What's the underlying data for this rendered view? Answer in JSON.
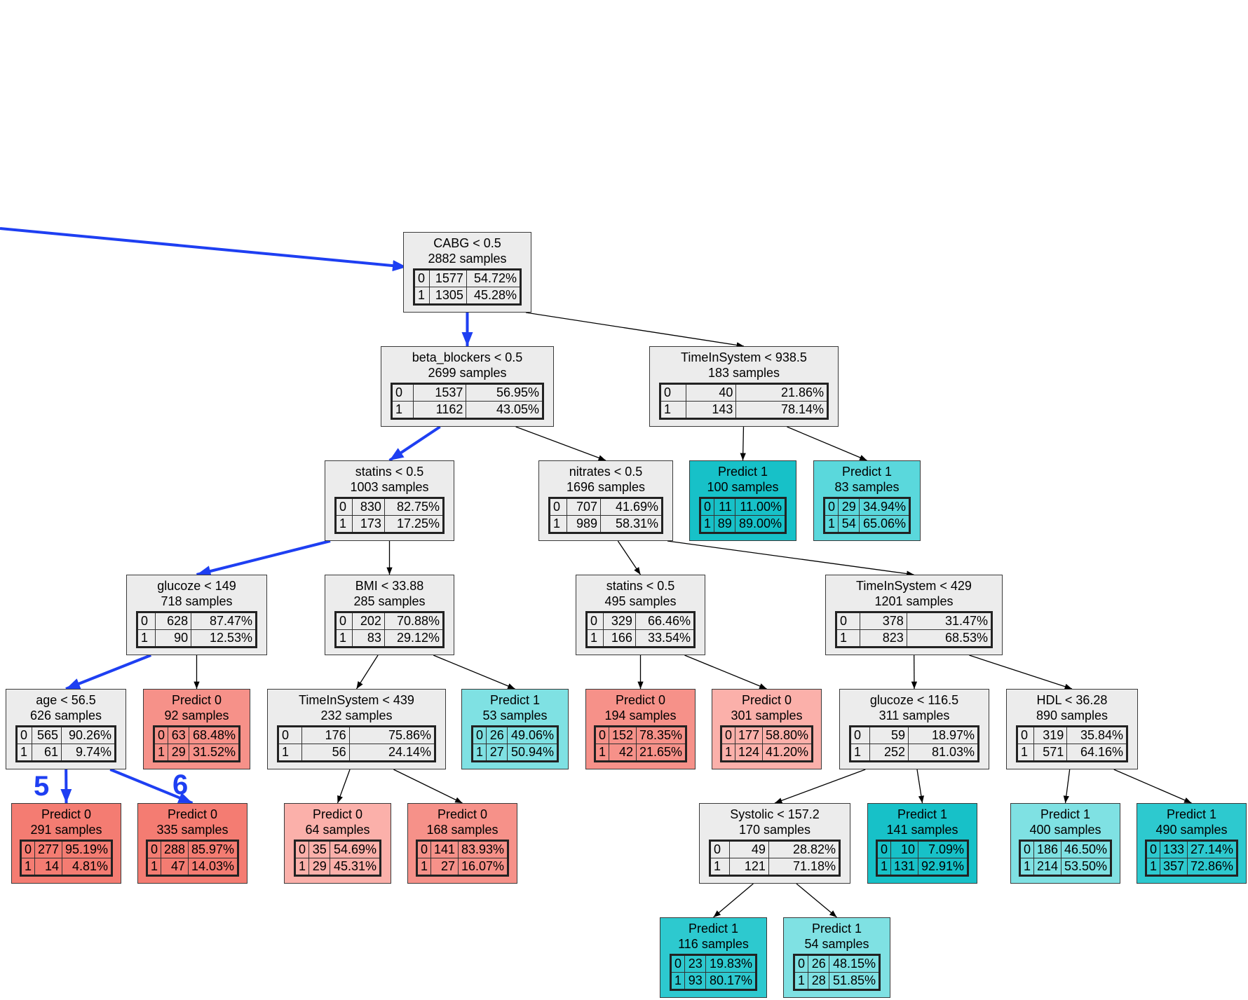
{
  "colors": {
    "split": "#ececec",
    "predict0": [
      "#f47c72",
      "#f69189",
      "#fbb0aa"
    ],
    "predict1": [
      "#17c1c8",
      "#2dc9cf",
      "#5ad8dc",
      "#7fe1e3"
    ],
    "highlight": "#1e3ff2",
    "edge": "#000000"
  },
  "markers": [
    "5",
    "6"
  ],
  "nodes": [
    {
      "id": "n0",
      "l1": "CABG < 0.5",
      "l2": "2882 samples",
      "rows": [
        [
          "0",
          "1577",
          "54.72%"
        ],
        [
          "1",
          "1305",
          "45.28%"
        ]
      ],
      "fill": "split"
    },
    {
      "id": "n1",
      "l1": "beta_blockers < 0.5",
      "l2": "2699 samples",
      "rows": [
        [
          "0",
          "1537",
          "56.95%"
        ],
        [
          "1",
          "1162",
          "43.05%"
        ]
      ],
      "fill": "split"
    },
    {
      "id": "n2",
      "l1": "TimeInSystem < 938.5",
      "l2": "183 samples",
      "rows": [
        [
          "0",
          "40",
          "21.86%"
        ],
        [
          "1",
          "143",
          "78.14%"
        ]
      ],
      "fill": "split"
    },
    {
      "id": "n3",
      "l1": "statins < 0.5",
      "l2": "1003 samples",
      "rows": [
        [
          "0",
          "830",
          "82.75%"
        ],
        [
          "1",
          "173",
          "17.25%"
        ]
      ],
      "fill": "split"
    },
    {
      "id": "n4",
      "l1": "nitrates < 0.5",
      "l2": "1696 samples",
      "rows": [
        [
          "0",
          "707",
          "41.69%"
        ],
        [
          "1",
          "989",
          "58.31%"
        ]
      ],
      "fill": "split"
    },
    {
      "id": "n5",
      "l1": "Predict 1",
      "l2": "100 samples",
      "rows": [
        [
          "0",
          "11",
          "11.00%"
        ],
        [
          "1",
          "89",
          "89.00%"
        ]
      ],
      "fill": "p1a"
    },
    {
      "id": "n6",
      "l1": "Predict 1",
      "l2": "83 samples",
      "rows": [
        [
          "0",
          "29",
          "34.94%"
        ],
        [
          "1",
          "54",
          "65.06%"
        ]
      ],
      "fill": "p1c"
    },
    {
      "id": "n7",
      "l1": "glucoze < 149",
      "l2": "718 samples",
      "rows": [
        [
          "0",
          "628",
          "87.47%"
        ],
        [
          "1",
          "90",
          "12.53%"
        ]
      ],
      "fill": "split"
    },
    {
      "id": "n8",
      "l1": "BMI < 33.88",
      "l2": "285 samples",
      "rows": [
        [
          "0",
          "202",
          "70.88%"
        ],
        [
          "1",
          "83",
          "29.12%"
        ]
      ],
      "fill": "split"
    },
    {
      "id": "n9",
      "l1": "statins < 0.5",
      "l2": "495 samples",
      "rows": [
        [
          "0",
          "329",
          "66.46%"
        ],
        [
          "1",
          "166",
          "33.54%"
        ]
      ],
      "fill": "split"
    },
    {
      "id": "n10",
      "l1": "TimeInSystem < 429",
      "l2": "1201 samples",
      "rows": [
        [
          "0",
          "378",
          "31.47%"
        ],
        [
          "1",
          "823",
          "68.53%"
        ]
      ],
      "fill": "split"
    },
    {
      "id": "n11",
      "l1": "age < 56.5",
      "l2": "626 samples",
      "rows": [
        [
          "0",
          "565",
          "90.26%"
        ],
        [
          "1",
          "61",
          "9.74%"
        ]
      ],
      "fill": "split"
    },
    {
      "id": "n12",
      "l1": "Predict 0",
      "l2": "92 samples",
      "rows": [
        [
          "0",
          "63",
          "68.48%"
        ],
        [
          "1",
          "29",
          "31.52%"
        ]
      ],
      "fill": "p0b"
    },
    {
      "id": "n13",
      "l1": "TimeInSystem < 439",
      "l2": "232 samples",
      "rows": [
        [
          "0",
          "176",
          "75.86%"
        ],
        [
          "1",
          "56",
          "24.14%"
        ]
      ],
      "fill": "split"
    },
    {
      "id": "n14",
      "l1": "Predict 1",
      "l2": "53 samples",
      "rows": [
        [
          "0",
          "26",
          "49.06%"
        ],
        [
          "1",
          "27",
          "50.94%"
        ]
      ],
      "fill": "p1d"
    },
    {
      "id": "n15",
      "l1": "Predict 0",
      "l2": "194 samples",
      "rows": [
        [
          "0",
          "152",
          "78.35%"
        ],
        [
          "1",
          "42",
          "21.65%"
        ]
      ],
      "fill": "p0b"
    },
    {
      "id": "n16",
      "l1": "Predict 0",
      "l2": "301 samples",
      "rows": [
        [
          "0",
          "177",
          "58.80%"
        ],
        [
          "1",
          "124",
          "41.20%"
        ]
      ],
      "fill": "p0c"
    },
    {
      "id": "n17",
      "l1": "glucoze < 116.5",
      "l2": "311 samples",
      "rows": [
        [
          "0",
          "59",
          "18.97%"
        ],
        [
          "1",
          "252",
          "81.03%"
        ]
      ],
      "fill": "split"
    },
    {
      "id": "n18",
      "l1": "HDL < 36.28",
      "l2": "890 samples",
      "rows": [
        [
          "0",
          "319",
          "35.84%"
        ],
        [
          "1",
          "571",
          "64.16%"
        ]
      ],
      "fill": "split"
    },
    {
      "id": "n19",
      "l1": "Predict 0",
      "l2": "291 samples",
      "rows": [
        [
          "0",
          "277",
          "95.19%"
        ],
        [
          "1",
          "14",
          "4.81%"
        ]
      ],
      "fill": "p0a"
    },
    {
      "id": "n20",
      "l1": "Predict 0",
      "l2": "335 samples",
      "rows": [
        [
          "0",
          "288",
          "85.97%"
        ],
        [
          "1",
          "47",
          "14.03%"
        ]
      ],
      "fill": "p0a"
    },
    {
      "id": "n21",
      "l1": "Predict 0",
      "l2": "64 samples",
      "rows": [
        [
          "0",
          "35",
          "54.69%"
        ],
        [
          "1",
          "29",
          "45.31%"
        ]
      ],
      "fill": "p0c"
    },
    {
      "id": "n22",
      "l1": "Predict 0",
      "l2": "168 samples",
      "rows": [
        [
          "0",
          "141",
          "83.93%"
        ],
        [
          "1",
          "27",
          "16.07%"
        ]
      ],
      "fill": "p0b"
    },
    {
      "id": "n23",
      "l1": "Systolic < 157.2",
      "l2": "170 samples",
      "rows": [
        [
          "0",
          "49",
          "28.82%"
        ],
        [
          "1",
          "121",
          "71.18%"
        ]
      ],
      "fill": "split"
    },
    {
      "id": "n24",
      "l1": "Predict 1",
      "l2": "141 samples",
      "rows": [
        [
          "0",
          "10",
          "7.09%"
        ],
        [
          "1",
          "131",
          "92.91%"
        ]
      ],
      "fill": "p1a"
    },
    {
      "id": "n25",
      "l1": "Predict 1",
      "l2": "400 samples",
      "rows": [
        [
          "0",
          "186",
          "46.50%"
        ],
        [
          "1",
          "214",
          "53.50%"
        ]
      ],
      "fill": "p1d"
    },
    {
      "id": "n26",
      "l1": "Predict 1",
      "l2": "490 samples",
      "rows": [
        [
          "0",
          "133",
          "27.14%"
        ],
        [
          "1",
          "357",
          "72.86%"
        ]
      ],
      "fill": "p1b"
    },
    {
      "id": "n27",
      "l1": "Predict 1",
      "l2": "116 samples",
      "rows": [
        [
          "0",
          "23",
          "19.83%"
        ],
        [
          "1",
          "93",
          "80.17%"
        ]
      ],
      "fill": "p1b"
    },
    {
      "id": "n28",
      "l1": "Predict 1",
      "l2": "54 samples",
      "rows": [
        [
          "0",
          "26",
          "48.15%"
        ],
        [
          "1",
          "28",
          "51.85%"
        ]
      ],
      "fill": "p1d"
    }
  ],
  "edges": [
    {
      "from": "n0",
      "to": "n1",
      "highlight": true
    },
    {
      "from": "n0",
      "to": "n2",
      "highlight": false
    },
    {
      "from": "n1",
      "to": "n3",
      "highlight": true
    },
    {
      "from": "n1",
      "to": "n4",
      "highlight": false
    },
    {
      "from": "n2",
      "to": "n5",
      "highlight": false
    },
    {
      "from": "n2",
      "to": "n6",
      "highlight": false
    },
    {
      "from": "n3",
      "to": "n7",
      "highlight": true
    },
    {
      "from": "n3",
      "to": "n8",
      "highlight": false
    },
    {
      "from": "n4",
      "to": "n9",
      "highlight": false
    },
    {
      "from": "n4",
      "to": "n10",
      "highlight": false
    },
    {
      "from": "n7",
      "to": "n11",
      "highlight": true
    },
    {
      "from": "n7",
      "to": "n12",
      "highlight": false
    },
    {
      "from": "n8",
      "to": "n13",
      "highlight": false
    },
    {
      "from": "n8",
      "to": "n14",
      "highlight": false
    },
    {
      "from": "n9",
      "to": "n15",
      "highlight": false
    },
    {
      "from": "n9",
      "to": "n16",
      "highlight": false
    },
    {
      "from": "n10",
      "to": "n17",
      "highlight": false
    },
    {
      "from": "n10",
      "to": "n18",
      "highlight": false
    },
    {
      "from": "n11",
      "to": "n19",
      "highlight": true
    },
    {
      "from": "n11",
      "to": "n20",
      "highlight": true
    },
    {
      "from": "n13",
      "to": "n21",
      "highlight": false
    },
    {
      "from": "n13",
      "to": "n22",
      "highlight": false
    },
    {
      "from": "n17",
      "to": "n23",
      "highlight": false
    },
    {
      "from": "n17",
      "to": "n24",
      "highlight": false
    },
    {
      "from": "n18",
      "to": "n25",
      "highlight": false
    },
    {
      "from": "n18",
      "to": "n26",
      "highlight": false
    },
    {
      "from": "n23",
      "to": "n27",
      "highlight": false
    },
    {
      "from": "n23",
      "to": "n28",
      "highlight": false
    }
  ]
}
